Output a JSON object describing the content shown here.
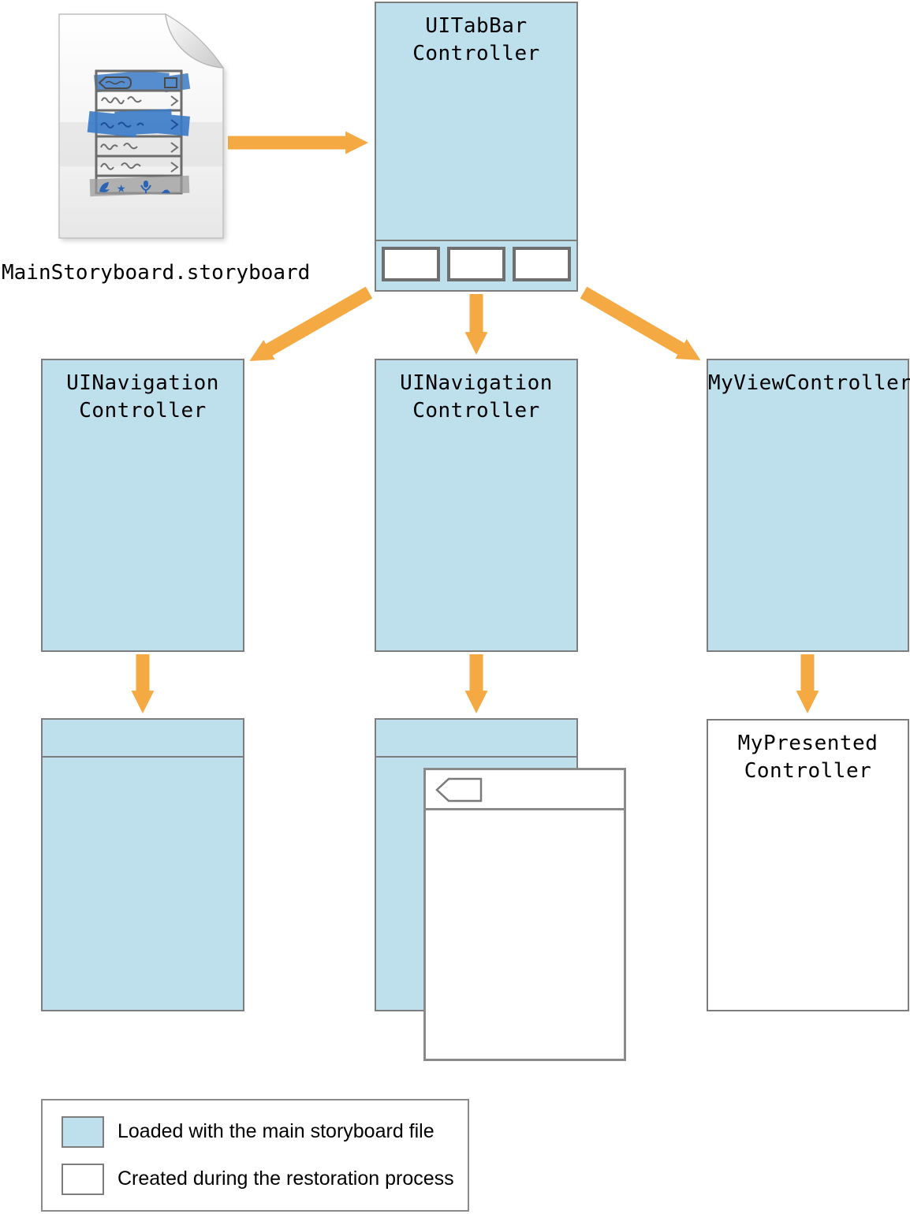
{
  "file_label": "MainStoryboard.storyboard",
  "nodes": {
    "tabbar": {
      "label": "UITabBar\nController"
    },
    "nav_left": {
      "label": "UINavigation\nController"
    },
    "nav_center": {
      "label": "UINavigation\nController"
    },
    "my_view": {
      "label": "MyViewController"
    },
    "my_presented": {
      "label": "MyPresented\nController"
    }
  },
  "legend": {
    "items": [
      {
        "swatch": "storyboard",
        "label": "Loaded with the main storyboard file"
      },
      {
        "swatch": "restored",
        "label": "Created during the restoration process"
      }
    ]
  },
  "colors": {
    "storyboard_fill": "#bee0ed",
    "restored_fill": "#ffffff",
    "arrow": "#f5a942",
    "border": "#7d7d7d",
    "text": "#000000"
  }
}
